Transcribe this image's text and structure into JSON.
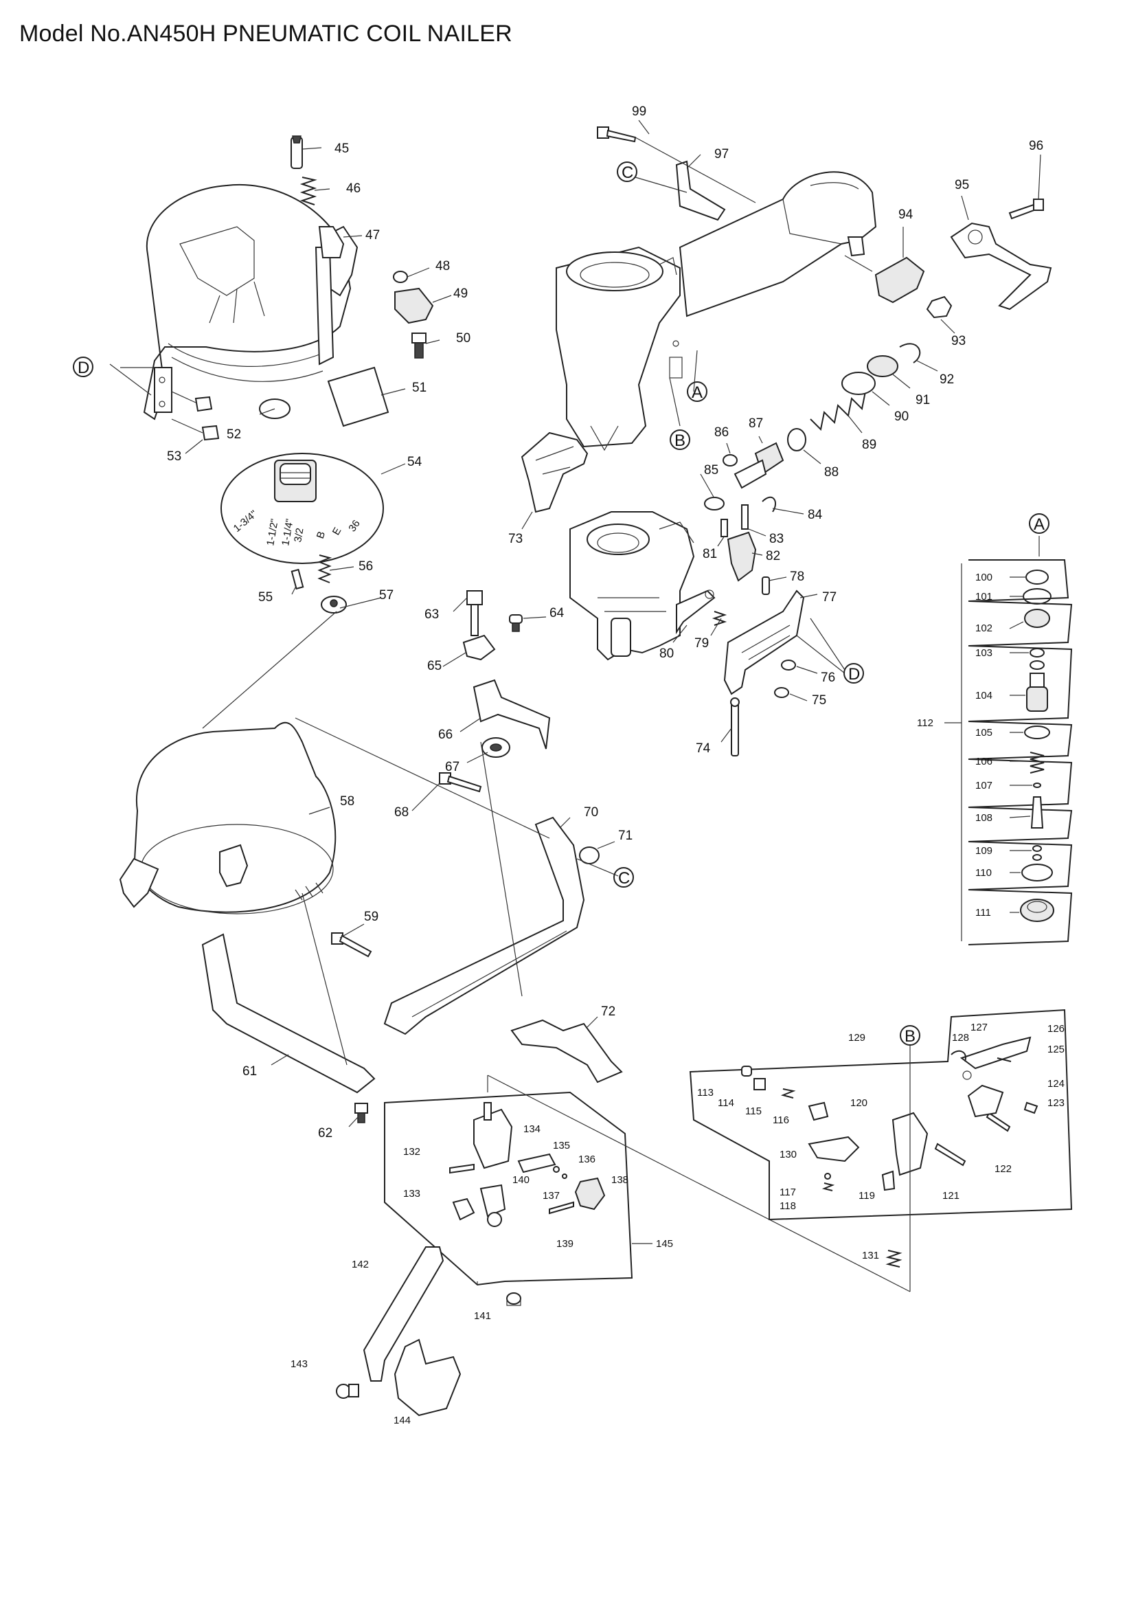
{
  "title": "Model No.AN450H PNEUMATIC COIL NAILER",
  "reference_circles": [
    "A",
    "B",
    "C",
    "D"
  ],
  "part_labels": [
    "45",
    "46",
    "47",
    "48",
    "49",
    "50",
    "51",
    "52",
    "53",
    "54",
    "55",
    "56",
    "57",
    "58",
    "59",
    "61",
    "62",
    "63",
    "64",
    "65",
    "66",
    "67",
    "68",
    "70",
    "71",
    "72",
    "73",
    "74",
    "75",
    "76",
    "77",
    "78",
    "79",
    "80",
    "81",
    "82",
    "83",
    "84",
    "85",
    "86",
    "87",
    "88",
    "89",
    "90",
    "91",
    "92",
    "93",
    "94",
    "95",
    "96",
    "97",
    "99",
    "100",
    "101",
    "102",
    "103",
    "104",
    "105",
    "106",
    "107",
    "108",
    "109",
    "110",
    "111",
    "112",
    "113",
    "114",
    "115",
    "116",
    "117",
    "118",
    "119",
    "120",
    "121",
    "122",
    "123",
    "124",
    "125",
    "126",
    "127",
    "128",
    "129",
    "130",
    "131",
    "132",
    "133",
    "134",
    "135",
    "136",
    "137",
    "138",
    "139",
    "140",
    "141",
    "142",
    "143",
    "144",
    "145"
  ],
  "dial_text": [
    "1-3/4\"",
    "1-1/2\"",
    "1-1/4\"",
    "3/2",
    "B",
    "E",
    "36"
  ],
  "icons": [
    "pneumatic-coil-nailer-exploded-view"
  ]
}
